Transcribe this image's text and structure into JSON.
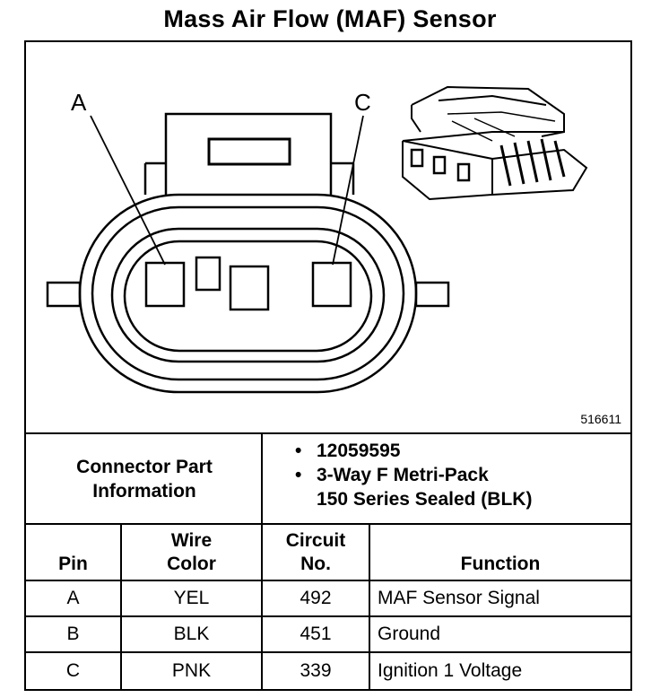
{
  "title": "Mass Air Flow (MAF) Sensor",
  "diagram": {
    "callouts": [
      "A",
      "C"
    ],
    "figure_number": "516611"
  },
  "connector_info": {
    "label_line1": "Connector Part",
    "label_line2": "Information",
    "items": [
      "12059595",
      "3-Way F Metri-Pack",
      "150 Series Sealed (BLK)"
    ]
  },
  "table": {
    "headers": {
      "pin": "Pin",
      "wire_color_1": "Wire",
      "wire_color_2": "Color",
      "circuit_1": "Circuit",
      "circuit_2": "No.",
      "function": "Function"
    },
    "rows": [
      {
        "pin": "A",
        "wire": "YEL",
        "circuit": "492",
        "function": "MAF Sensor Signal"
      },
      {
        "pin": "B",
        "wire": "BLK",
        "circuit": "451",
        "function": "Ground"
      },
      {
        "pin": "C",
        "wire": "PNK",
        "circuit": "339",
        "function": "Ignition 1 Voltage"
      }
    ]
  }
}
